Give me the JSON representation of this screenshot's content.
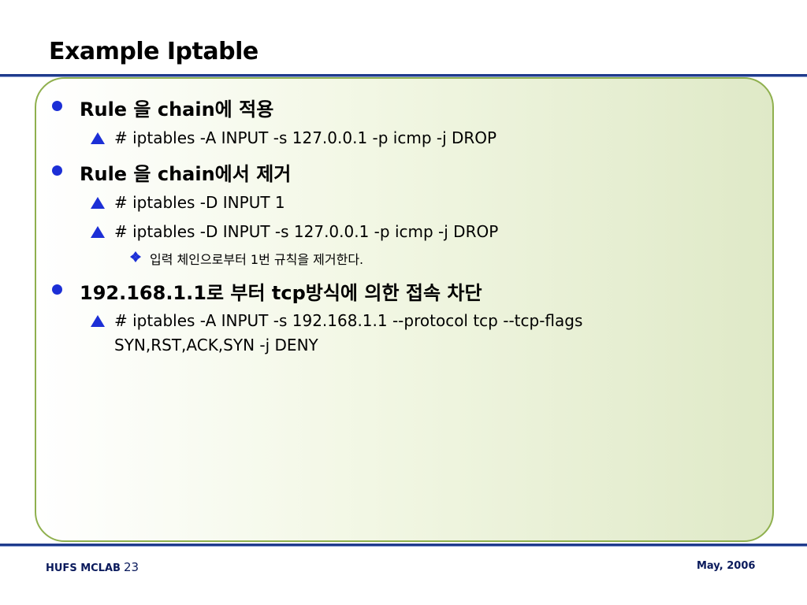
{
  "slide": {
    "title": "Example Iptable",
    "bullets": [
      {
        "text": "Rule 을 chain에 적용"
      },
      {
        "text": "# iptables -A INPUT -s 127.0.0.1 -p icmp -j DROP"
      },
      {
        "text": "Rule 을 chain에서 제거"
      },
      {
        "text": "# iptables -D INPUT 1"
      },
      {
        "text": "# iptables -D INPUT -s 127.0.0.1 -p icmp -j DROP"
      },
      {
        "text": "입력 체인으로부터 1번 규칙을 제거한다."
      },
      {
        "text": "192.168.1.1로 부터 tcp방식에 의한 접속 차단"
      },
      {
        "text": "# iptables -A INPUT -s 192.168.1.1 --protocol tcp --tcp-flags"
      },
      {
        "text": "SYN,RST,ACK,SYN -j DENY"
      }
    ]
  },
  "footer": {
    "org": "HUFS MCLAB",
    "page_number": "23",
    "date": "May, 2006"
  },
  "colors": {
    "bullet": "#1c2fd6",
    "rule": "#1f3b8c",
    "box_border": "#8fb04e"
  }
}
